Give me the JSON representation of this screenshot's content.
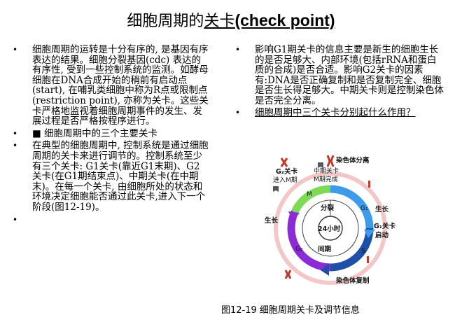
{
  "title": {
    "part1": "细胞周期的",
    "part2": "关卡",
    "part3": "(check point)"
  },
  "left_items": [
    {
      "bullet": "•",
      "text": "细胞周期的运转是十分有序的, 是基因有序表达的结果。细胞分裂基因(cdc) 表达的有序性, 受到一些控制系统的监测。如酵母细胞在DNA合成开始的稍前有启动点(start), 在哺乳类细胞中称为R点或限制点(restriction point), 亦称为关卡。这些关卡严格地监视着细胞周期事件的发生、发展过程是否严格按程序进行。"
    },
    {
      "bullet": "•",
      "text": "■ 细胞周期中的三个主要关卡"
    },
    {
      "bullet": "•",
      "text": "在典型的细胞周期中, 控制系统是通过细胞周期的关卡来进行调节的。控制系统至少有三个关卡: G1关卡(靠近G1末期)、G2关卡(在G1期结束点)、中期关卡(在中期末)。在每一个关卡, 由细胞所处的状态和环境决定细胞能否通过此关卡,进入下一个阶段(图12-19)。"
    },
    {
      "bullet": "•",
      "text": ""
    }
  ],
  "right_items": [
    {
      "bullet": "•",
      "text": "影响G1期关卡的信息主要是新生的细胞生长的是否足够大、内部环境(包括rRNA和蛋白质的合成)是否合适。影响G2关卡的因素有:DNA是否正确复制和是否复制完全、细胞是否生长得足够大。中期关卡则是控制染色体是否完全分离。"
    },
    {
      "bullet": "•",
      "text": "细胞周期中三个关卡分别起什么作用？"
    }
  ],
  "figure": {
    "label_chromosome_separation": "染色体分离",
    "label_metaphase_checkpoint_1": "中期关卡",
    "label_metaphase_checkpoint_2": "M期完成",
    "label_g2_checkpoint_1": "G₂关卡",
    "label_g2_checkpoint_2": "进入M期",
    "label_m": "M",
    "label_division": "分裂",
    "label_24h": "24小时",
    "label_growth_left": "生长",
    "label_growth_right": "生长",
    "label_g1_checkpoint_1": "G₁关卡",
    "label_g1_checkpoint_2": "启动",
    "label_interphase": "间期",
    "label_dna_replication": "染色体复制",
    "label_g1": "G₁",
    "label_s": "S",
    "label_g2": "G₂",
    "colors": {
      "m": "#7ed957",
      "g1": "#3d9be9",
      "s": "#1e4fa8",
      "g2": "#8b2bd6",
      "ring": "#f3c7c7"
    }
  },
  "caption": "图12-19 细胞周期关卡及调节信息"
}
